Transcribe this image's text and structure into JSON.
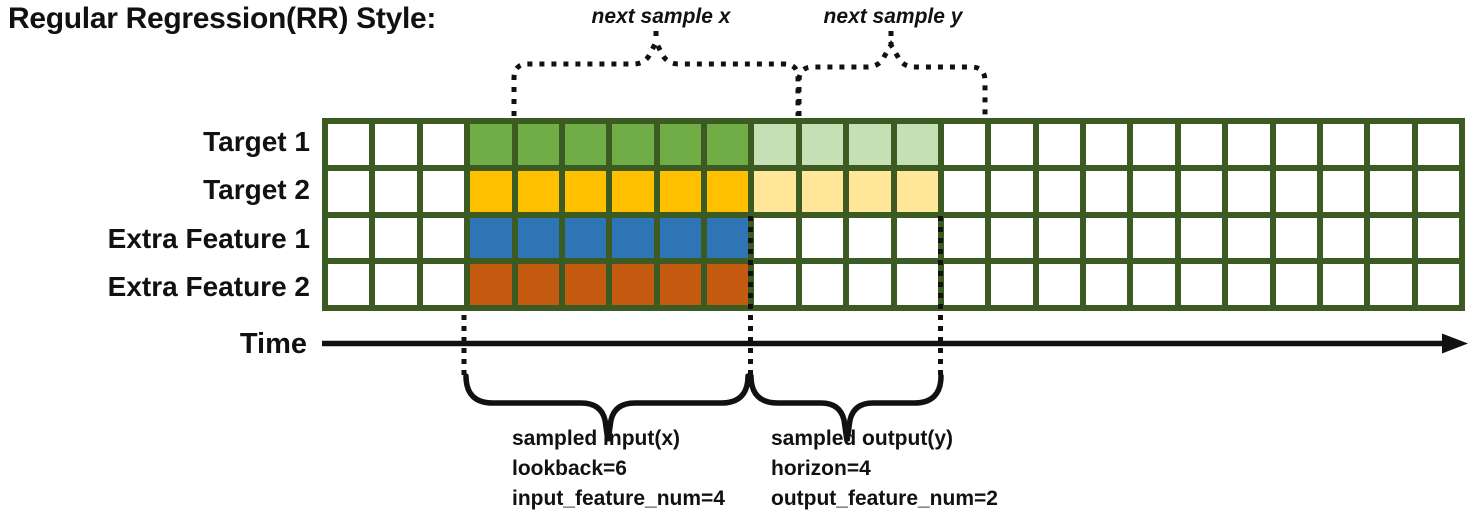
{
  "title": "Regular Regression(RR) Style:",
  "annotations": {
    "next_sample_x": "next sample x",
    "next_sample_y": "next sample y"
  },
  "grid": {
    "total_columns": 24,
    "total_rows": 4
  },
  "rows": [
    {
      "label": "Target 1",
      "segments": [
        {
          "count": 3,
          "color": "white"
        },
        {
          "count": 6,
          "color": "green"
        },
        {
          "count": 4,
          "color": "light_green"
        },
        {
          "count": 11,
          "color": "white"
        }
      ]
    },
    {
      "label": "Target 2",
      "segments": [
        {
          "count": 3,
          "color": "white"
        },
        {
          "count": 6,
          "color": "gold"
        },
        {
          "count": 4,
          "color": "light_gold"
        },
        {
          "count": 11,
          "color": "white"
        }
      ]
    },
    {
      "label": "Extra Feature 1",
      "segments": [
        {
          "count": 3,
          "color": "white"
        },
        {
          "count": 6,
          "color": "blue"
        },
        {
          "count": 15,
          "color": "white"
        }
      ]
    },
    {
      "label": "Extra Feature 2",
      "segments": [
        {
          "count": 3,
          "color": "white"
        },
        {
          "count": 6,
          "color": "orange"
        },
        {
          "count": 15,
          "color": "white"
        }
      ]
    }
  ],
  "time_axis": {
    "label": "Time"
  },
  "sampled_input": {
    "lines": [
      "sampled input(x)",
      "lookback=6",
      "input_feature_num=4"
    ]
  },
  "sampled_output": {
    "lines": [
      "sampled output(y)",
      "horizon=4",
      "output_feature_num=2"
    ]
  },
  "colors": {
    "white": "#FFFFFF",
    "green": "#70AD47",
    "light_green": "#C5E0B4",
    "gold": "#FFC000",
    "light_gold": "#FFE699",
    "blue": "#2E75B6",
    "orange": "#C55A11",
    "grid_border": "#3C5B23",
    "ink": "#111111"
  }
}
